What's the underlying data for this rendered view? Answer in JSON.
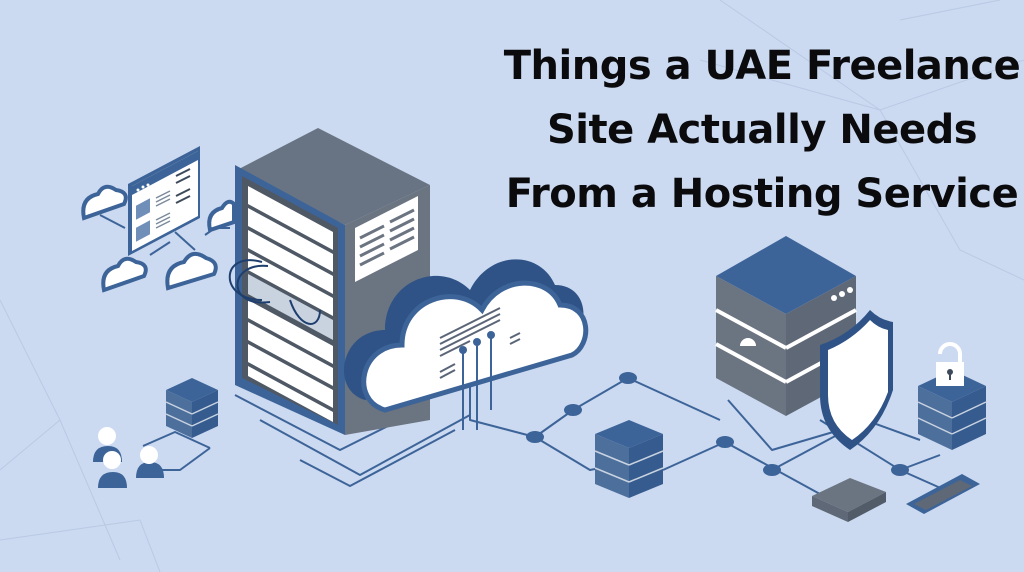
{
  "banner": {
    "title_lines": [
      "Things a UAE Freelance",
      "Site Actually Needs",
      "From a Hosting Service"
    ]
  },
  "colors": {
    "background": "#cbd9f1",
    "primary_blue": "#3d6498",
    "dark_blue": "#2f5387",
    "gray": "#6b7481",
    "white": "#ffffff",
    "title_text": "#0b0b0d"
  },
  "illustration": {
    "elements": [
      "web-profile-window-icon",
      "cloud-icon",
      "server-rack-icon",
      "cloud-storage-icon",
      "server-stack-icon",
      "users-icon",
      "shield-icon",
      "lock-icon",
      "network-switch-icon",
      "memory-module-icon"
    ]
  }
}
